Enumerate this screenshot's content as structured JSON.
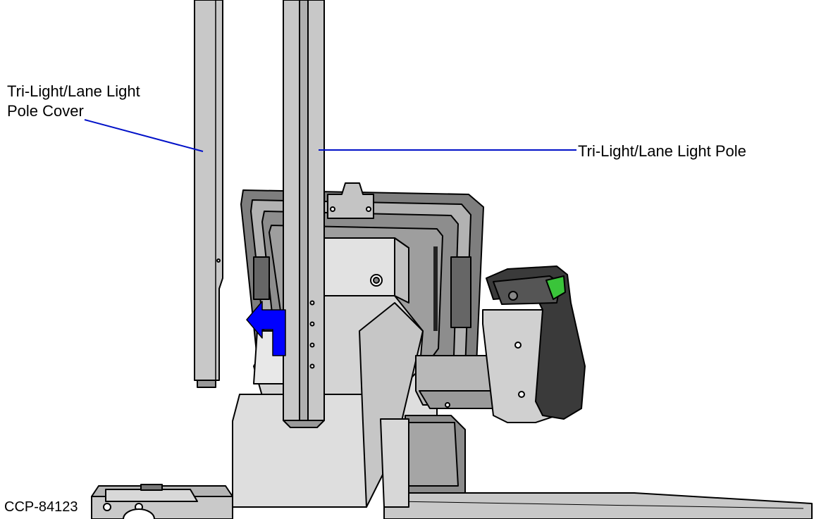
{
  "callouts": {
    "pole_cover_line1": "Tri-Light/Lane Light",
    "pole_cover_line2": "Pole Cover",
    "pole": "Tri-Light/Lane Light Pole"
  },
  "figure_code": "CCP-84123",
  "colors": {
    "leader": "#0010c8",
    "arrow": "#0000ff",
    "part_fill": "#c8c8c8",
    "part_dark": "#9a9a9a",
    "outline": "#000000",
    "scanner_green": "#3ac43a"
  },
  "icons": {
    "direction": "arrow-up-left-icon"
  }
}
